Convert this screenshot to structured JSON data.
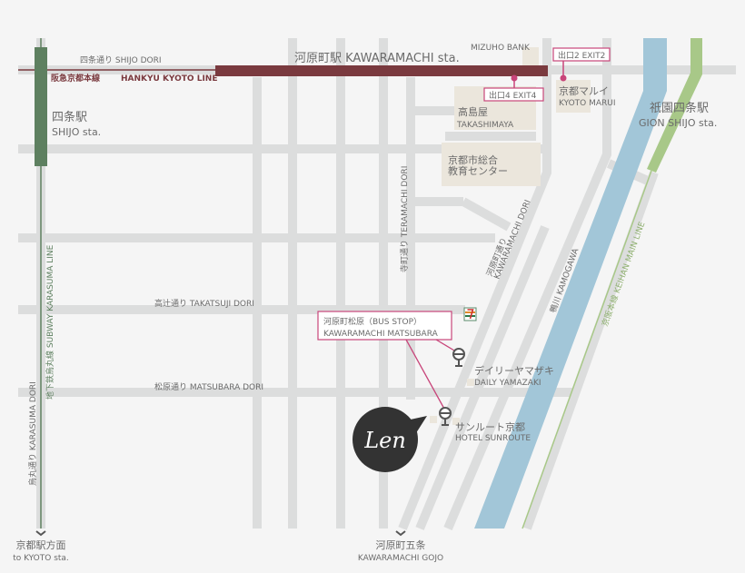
{
  "colors": {
    "background": "#f5f5f5",
    "road": "#dcdddd",
    "hankyu_line": "#7a3a3f",
    "subway_line": "#5e8060",
    "keihan_line": "#a8c888",
    "river": "#a2c6d8",
    "building": "#ebe6dc",
    "accent_pink": "#c8457a",
    "logo": "#333333"
  },
  "stations": {
    "kawaramachi": "河原町駅 KAWARAMACHI sta.",
    "shijo_jp": "四条駅",
    "shijo_en": "SHIJO sta.",
    "gion_jp": "祇園四条駅",
    "gion_en": "GION SHIJO sta."
  },
  "lines": {
    "hankyu_jp": "阪急京都本線",
    "hankyu_en": "HANKYU KYOTO LINE",
    "subway": "地下鉄烏丸線  SUBWAY KARASUMA LINE",
    "keihan": "京阪本線  KEIHAN MAIN LINE"
  },
  "streets": {
    "shijo": "四条通り SHIJO DORI",
    "takatsuji": "高辻通り TAKATSUJI DORI",
    "matsubara": "松原通り MATSUBARA DORI",
    "teramachi": "寺町通り  TERAMACHI DORI",
    "kawaramachi_jp": "河原町通り",
    "kawaramachi_en": "KAWARAMACHI DORI",
    "karasuma": "烏丸通り KARASUMA DORI",
    "river": "鴨川 KAMOGAWA"
  },
  "landmarks": {
    "mizuho": "MIZUHO BANK",
    "takashimaya_jp": "高島屋",
    "takashimaya_en": "TAKASHIMAYA",
    "marui_jp": "京都マルイ",
    "marui_en": "KYOTO MARUI",
    "education_1": "京都市総合",
    "education_2": "教育センター",
    "yamazaki_jp": "デイリーヤマザキ",
    "yamazaki_en": "DAILY YAMAZAKI",
    "sunroute_jp": "サンルート京都",
    "sunroute_en": "HOTEL SUNROUTE"
  },
  "exits": {
    "exit2": "出口2  EXIT2",
    "exit4": "出口4  EXIT4"
  },
  "bus_stop": {
    "line1": "河原町松原（BUS STOP）",
    "line2": "KAWARAMACHI MATSUBARA"
  },
  "directions": {
    "kyoto_jp": "京都駅方面",
    "kyoto_en": "to KYOTO sta.",
    "gojo_jp": "河原町五条",
    "gojo_en": "KAWARAMACHI GOJO"
  },
  "logo": "Len",
  "icons": [
    "bus-stop-icon",
    "convenience-store-icon",
    "chevron-down-icon"
  ]
}
